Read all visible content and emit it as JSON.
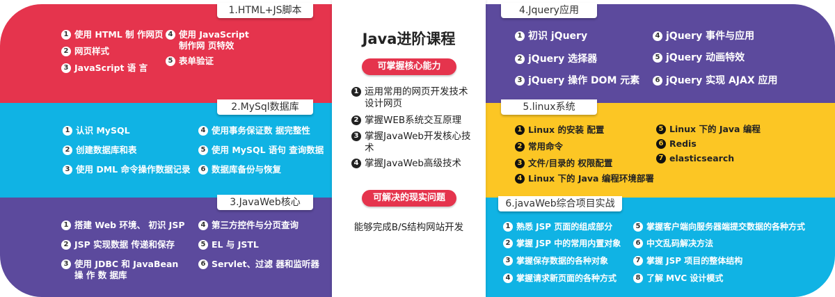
{
  "center": {
    "title": "Java进阶课程",
    "capabilities_label": "可掌握核心能力",
    "capabilities": [
      {
        "num": "1",
        "text": "运用常用的网页开发技术设计网页"
      },
      {
        "num": "2",
        "text": "掌握WEB系统交互原理"
      },
      {
        "num": "3",
        "text": "掌握JavaWeb开发核心技术"
      },
      {
        "num": "4",
        "text": "掌握JavaWeb高级技术"
      }
    ],
    "problems_label": "可解决的现实问题",
    "problems_text": "能够完成B/S结构网站开发"
  },
  "modules": [
    {
      "title": "1.HTML+JS脚本",
      "color": "#e5344d",
      "items": [
        {
          "num": "1",
          "text": "使用 HTML 制 作网页"
        },
        {
          "num": "2",
          "text": "网页样式"
        },
        {
          "num": "3",
          "text": "JavaScript 语 言"
        },
        {
          "num": "4",
          "text": "使用 JavaScript 制作网 页特效"
        },
        {
          "num": "5",
          "text": "表单验证"
        }
      ]
    },
    {
      "title": "2.MySql数据库",
      "color": "#10b3e4",
      "items": [
        {
          "num": "1",
          "text": "认识 MySQL"
        },
        {
          "num": "2",
          "text": "创建数据库和表"
        },
        {
          "num": "3",
          "text": "使用 DML 命令操作数据记录"
        },
        {
          "num": "4",
          "text": "使用事务保证数 据完整性"
        },
        {
          "num": "5",
          "text": "使用 MySQL 语句 查询数据"
        },
        {
          "num": "6",
          "text": "数据库备份与恢复"
        }
      ]
    },
    {
      "title": "3.JavaWeb核心",
      "color": "#5c4a9d",
      "items": [
        {
          "num": "1",
          "text": "搭建 Web 环境、 初识 JSP"
        },
        {
          "num": "2",
          "text": "JSP 实现数据 传递和保存"
        },
        {
          "num": "3",
          "text": "使用 JDBC 和 JavaBean 操 作 数 据库"
        },
        {
          "num": "4",
          "text": "第三方控件与分页查询"
        },
        {
          "num": "5",
          "text": "EL 与 JSTL"
        },
        {
          "num": "6",
          "text": "Servlet、过滤 器和监听器"
        }
      ]
    },
    {
      "title": "4.Jquery应用",
      "color": "#5c4a9d",
      "items": [
        {
          "num": "1",
          "text": "初识 jQuery"
        },
        {
          "num": "2",
          "text": "jQuery 选择器"
        },
        {
          "num": "3",
          "text": "jQuery 操作 DOM 元素"
        },
        {
          "num": "4",
          "text": "jQuery 事件与应用"
        },
        {
          "num": "5",
          "text": "jQuery 动画特效"
        },
        {
          "num": "6",
          "text": "jQuery 实现 AJAX 应用"
        }
      ]
    },
    {
      "title": "5.linux系统",
      "color": "#fcc624",
      "items": [
        {
          "num": "1",
          "text": "Linux 的安装 配置"
        },
        {
          "num": "2",
          "text": "常用命令"
        },
        {
          "num": "3",
          "text": "文件/目录的 权限配置"
        },
        {
          "num": "4",
          "text": "Linux 下的 Java 编程环境部署"
        },
        {
          "num": "5",
          "text": "Linux 下的 Java 编程"
        },
        {
          "num": "6",
          "text": "Redis"
        },
        {
          "num": "7",
          "text": "elasticsearch"
        }
      ]
    },
    {
      "title": "6.javaWeb综合项目实战",
      "color": "#10b3e4",
      "items": [
        {
          "num": "1",
          "text": "熟悉 JSP 页面的组成部分"
        },
        {
          "num": "2",
          "text": "掌握 JSP 中的常用内置对象"
        },
        {
          "num": "3",
          "text": "掌握保存数据的各种对象"
        },
        {
          "num": "4",
          "text": "掌握请求新页面的各种方式"
        },
        {
          "num": "5",
          "text": "掌握客户端向服务器端提交数据的各种方式"
        },
        {
          "num": "6",
          "text": "中文乱码解决方法"
        },
        {
          "num": "7",
          "text": "掌握 JSP 项目的整体结构"
        },
        {
          "num": "8",
          "text": "了解 MVC 设计模式"
        }
      ]
    }
  ]
}
